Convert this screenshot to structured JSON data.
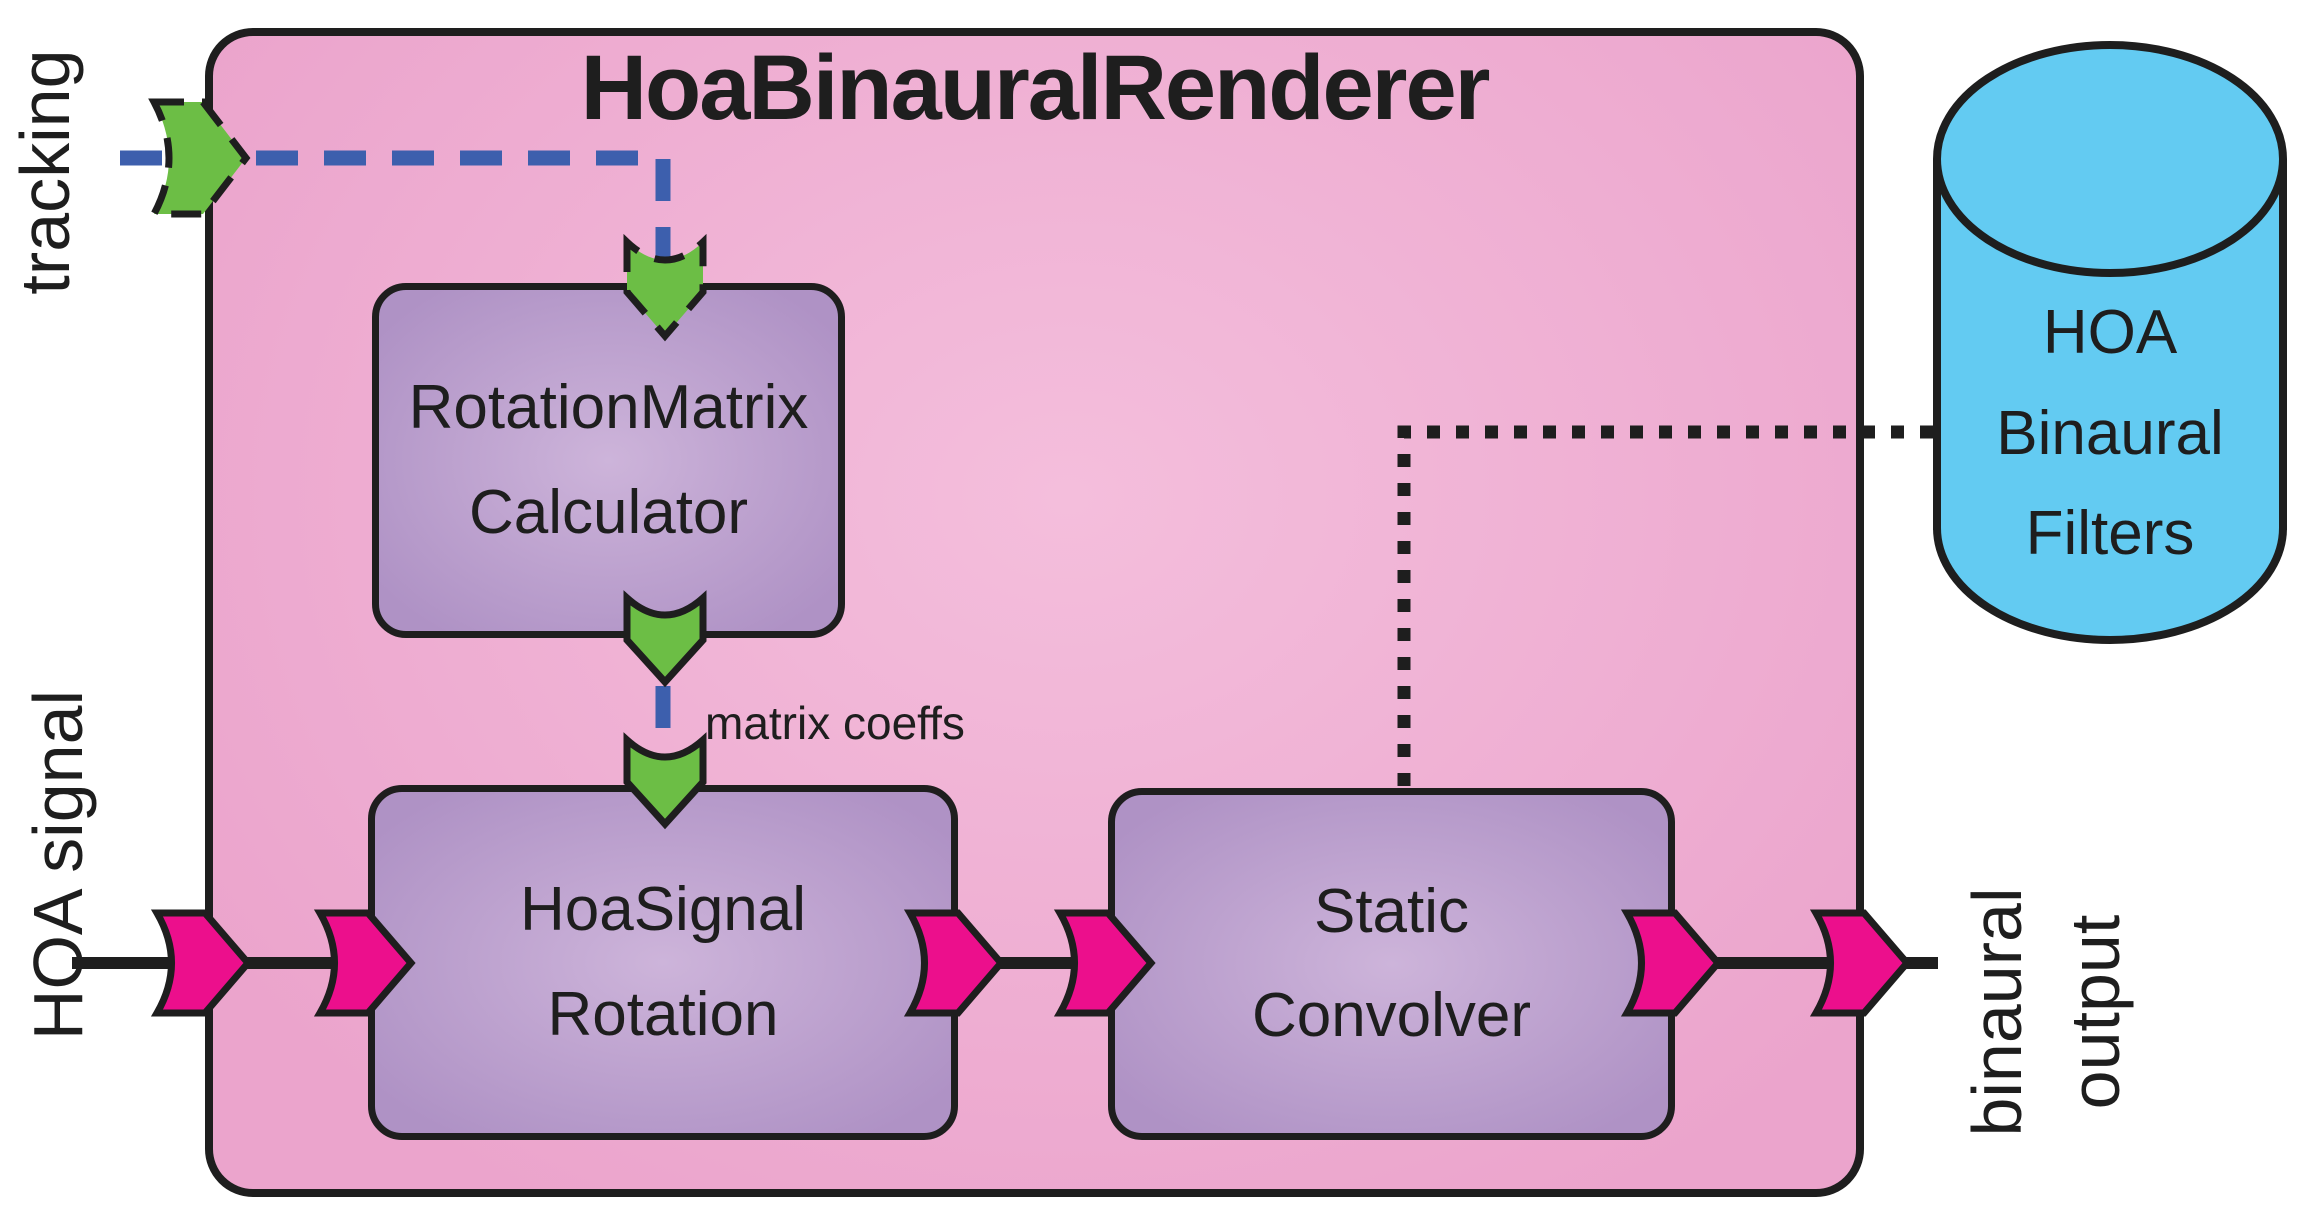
{
  "diagram": {
    "title": "HoaBinauralRenderer",
    "labels": {
      "tracking": "tracking",
      "hoa_signal": "HOA signal",
      "binaural_line1": "binaural",
      "binaural_line2": "output",
      "matrix_coeffs": "matrix coeffs"
    },
    "blocks": {
      "rotation_matrix": {
        "line1": "RotationMatrix",
        "line2": "Calculator"
      },
      "hoa_signal_rotation": {
        "line1": "HoaSignal",
        "line2": "Rotation"
      },
      "static_convolver": {
        "line1": "Static",
        "line2": "Convolver"
      }
    },
    "datastore": {
      "line1": "HOA",
      "line2": "Binaural",
      "line3": "Filters"
    },
    "colors": {
      "outline": "#1e1e1e",
      "container_fill": "#eba4cc",
      "container_fill_center": "#f4bedc",
      "block_fill": "#af92c5",
      "block_fill_center": "#cdb4da",
      "green_arrow": "#6cbe45",
      "magenta_arrow": "#ec0f8c",
      "blue_dashed": "#3d5fad",
      "cylinder_fill": "#63cbf2"
    }
  }
}
